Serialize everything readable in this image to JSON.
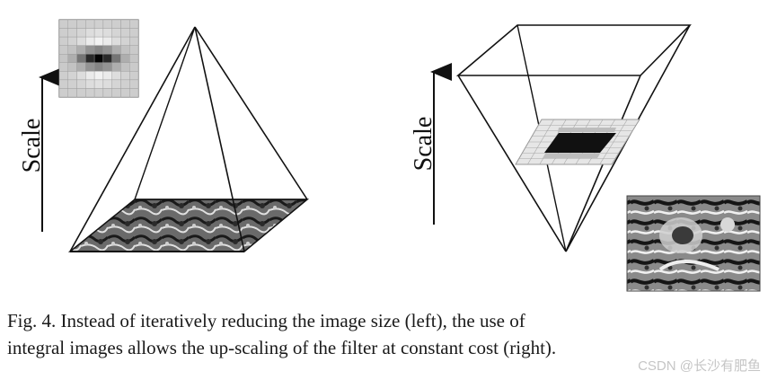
{
  "figure": {
    "left_panel": {
      "axis_label": "Scale"
    },
    "right_panel": {
      "axis_label": "Scale"
    }
  },
  "caption": {
    "line1": "Fig. 4. Instead of iteratively reducing the image size (left), the use of",
    "line2": "integral images allows the up-scaling of the filter at constant cost (right)."
  },
  "watermark": "CSDN @长沙有肥鱼"
}
